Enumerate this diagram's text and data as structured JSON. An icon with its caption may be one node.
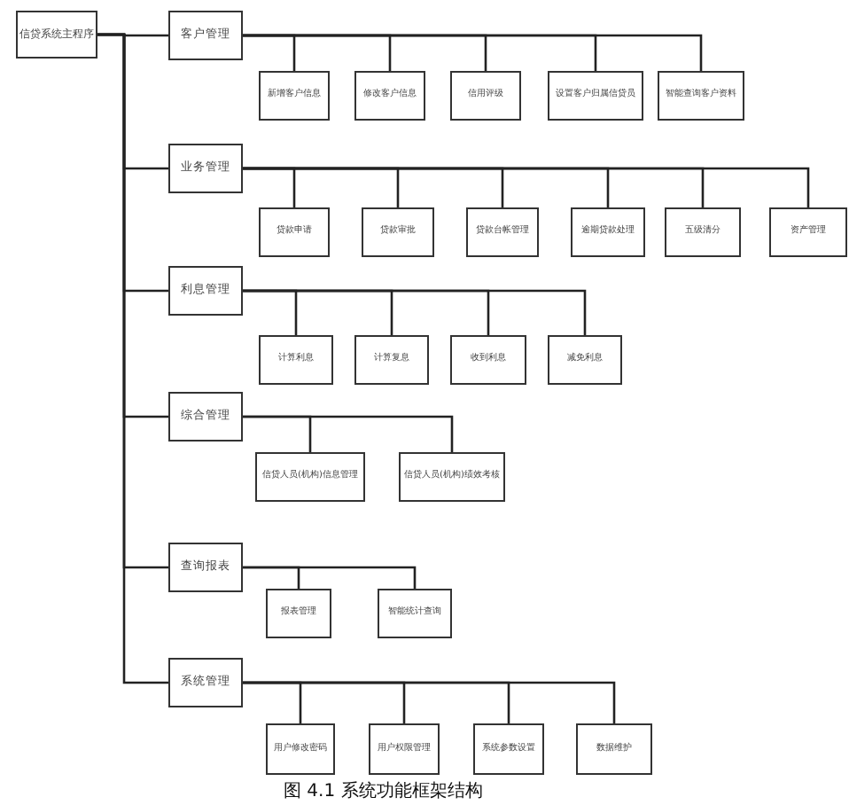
{
  "diagram": {
    "caption": "图 4.1 系统功能框架结构",
    "nodes": [
      {
        "text": [
          "信贷系统主程序"
        ]
      },
      {
        "text": [
          "客户管理"
        ]
      },
      {
        "text": [
          "新增客户信息"
        ]
      },
      {
        "text": [
          "修改客户信息"
        ]
      },
      {
        "text": [
          "信用评级"
        ]
      },
      {
        "text": [
          "设置客户归属信贷员"
        ]
      },
      {
        "text": [
          "智能查询客户资料"
        ]
      },
      {
        "text": [
          "业务管理"
        ]
      },
      {
        "text": [
          "贷款申请"
        ]
      },
      {
        "text": [
          "贷款审批"
        ]
      },
      {
        "text": [
          "贷款台帐管理"
        ]
      },
      {
        "text": [
          "逾期贷款处理"
        ]
      },
      {
        "text": [
          "五级清分"
        ]
      },
      {
        "text": [
          "资产管理"
        ]
      },
      {
        "text": [
          "利息管理"
        ]
      },
      {
        "text": [
          "计算利息"
        ]
      },
      {
        "text": [
          "计算复息"
        ]
      },
      {
        "text": [
          "收到利息"
        ]
      },
      {
        "text": [
          "减免利息"
        ]
      },
      {
        "text": [
          "综合管理"
        ]
      },
      {
        "text": [
          "信贷人员(机构)信息管理"
        ]
      },
      {
        "text": [
          "信贷人员(机构)绩效考核"
        ]
      },
      {
        "text": [
          "查询报表"
        ]
      },
      {
        "text": [
          "报表管理"
        ]
      },
      {
        "text": [
          "智能统计查询"
        ]
      },
      {
        "text": [
          "系统管理"
        ]
      },
      {
        "text": [
          "用户修改密码"
        ]
      },
      {
        "text": [
          "用户权限管理"
        ]
      },
      {
        "text": [
          "系统参数设置"
        ]
      },
      {
        "text": [
          "数据维护"
        ]
      }
    ],
    "edges": [
      {
        "from": 0,
        "to": 1,
        "arrow": "none"
      },
      {
        "from": 0,
        "to": 7,
        "arrow": "none"
      },
      {
        "from": 0,
        "to": 14,
        "arrow": "none"
      },
      {
        "from": 0,
        "to": 19,
        "arrow": "none"
      },
      {
        "from": 0,
        "to": 22,
        "arrow": "none"
      },
      {
        "from": 0,
        "to": 25,
        "arrow": "none"
      },
      {
        "from": 1,
        "to": 2,
        "arrow": "none"
      },
      {
        "from": 1,
        "to": 3,
        "arrow": "none"
      },
      {
        "from": 1,
        "to": 4,
        "arrow": "none"
      },
      {
        "from": 1,
        "to": 5,
        "arrow": "none"
      },
      {
        "from": 1,
        "to": 6,
        "arrow": "none"
      },
      {
        "from": 7,
        "to": 8,
        "arrow": "none"
      },
      {
        "from": 7,
        "to": 9,
        "arrow": "none"
      },
      {
        "from": 7,
        "to": 10,
        "arrow": "none"
      },
      {
        "from": 7,
        "to": 11,
        "arrow": "none"
      },
      {
        "from": 7,
        "to": 12,
        "arrow": "none"
      },
      {
        "from": 7,
        "to": 13,
        "arrow": "none"
      },
      {
        "from": 14,
        "to": 15,
        "arrow": "none"
      },
      {
        "from": 14,
        "to": 16,
        "arrow": "none"
      },
      {
        "from": 14,
        "to": 17,
        "arrow": "none"
      },
      {
        "from": 14,
        "to": 18,
        "arrow": "none"
      },
      {
        "from": 19,
        "to": 20,
        "arrow": "none"
      },
      {
        "from": 19,
        "to": 21,
        "arrow": "none"
      },
      {
        "from": 22,
        "to": 23,
        "arrow": "none"
      },
      {
        "from": 22,
        "to": 24,
        "arrow": "none"
      },
      {
        "from": 25,
        "to": 26,
        "arrow": "none"
      },
      {
        "from": 25,
        "to": 27,
        "arrow": "none"
      },
      {
        "from": 25,
        "to": 28,
        "arrow": "none"
      },
      {
        "from": 25,
        "to": 29,
        "arrow": "none"
      }
    ]
  }
}
